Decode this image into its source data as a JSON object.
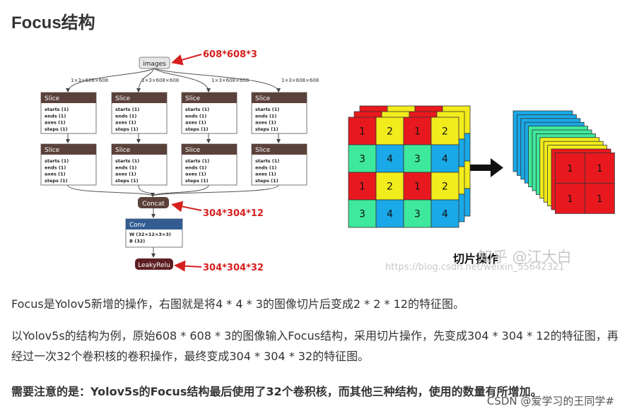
{
  "page": {
    "title": "Focus结构"
  },
  "diagram": {
    "input_node": "images",
    "edge_label": "1×3×608×608",
    "slice_title": "Slice",
    "slice_params": [
      "starts  (1)",
      "ends  (1)",
      "axes  (1)",
      "steps  (1)"
    ],
    "concat_node": "Concat",
    "conv_title": "Conv",
    "conv_params": [
      "W  (32×12×3×3)",
      "B  (32)"
    ],
    "relu_node": "LeakyRelu",
    "annotations": {
      "input_shape": "608*608*3",
      "concat_shape": "304*304*12",
      "output_shape": "304*304*32"
    },
    "grid_labels": [
      [
        "1",
        "2",
        "1",
        "2"
      ],
      [
        "3",
        "4",
        "3",
        "4"
      ],
      [
        "1",
        "2",
        "1",
        "2"
      ],
      [
        "3",
        "4",
        "3",
        "4"
      ]
    ],
    "stack_labels": [
      [
        "1",
        "1"
      ],
      [
        "1",
        "1"
      ]
    ],
    "slicing_caption": "切片操作",
    "zhihu_watermark": "知乎 @江大白",
    "url_watermark": "https://blog.csdn.net/weixin_55642321",
    "colors": {
      "red": "#e8191e",
      "yellow": "#f2ec1c",
      "green": "#3ee89c",
      "blue": "#1aa9e8",
      "node_dark": "#5b413b",
      "conv_blue": "#335d92",
      "arrow_red": "#d6201f"
    }
  },
  "text": {
    "p1": "Focus是Yolov5新增的操作，右图就是将4 * 4 * 3的图像切片后变成2 * 2 * 12的特征图。",
    "p2": "以Yolov5s的结构为例，原始608 * 608 * 3的图像输入Focus结构，采用切片操作，先变成304 * 304 * 12的特征图，再经过一次32个卷积核的卷积操作，最终变成304 * 304 * 32的特征图。",
    "p3": "需要注意的是：Yolov5s的Focus结构最后使用了32个卷积核，而其他三种结构，使用的数量有所增加。"
  },
  "footer": {
    "credit": "CSDN @爱学习的王同学#"
  }
}
